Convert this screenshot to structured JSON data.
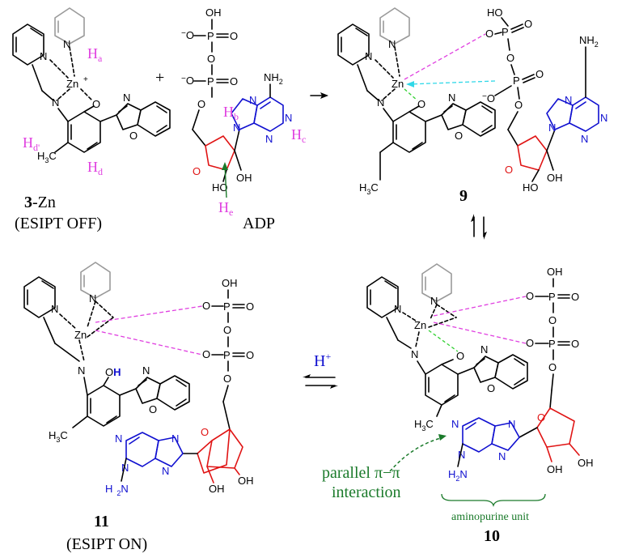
{
  "labels": {
    "compound1_bold": "3",
    "compound1_rest": "-Zn",
    "compound1_state": "(ESIPT OFF)",
    "adp": "ADP",
    "plus": "+",
    "compound9": "9",
    "compound10": "10",
    "compound11": "11",
    "compound11_state": "(ESIPT ON)",
    "proton": "H",
    "proton_charge": "+",
    "stacking_line1": "parallel π−π",
    "stacking_line2": "interaction",
    "aminopurine": "aminopurine unit"
  },
  "protons": {
    "ha": "H",
    "ha_sub": "a",
    "hb": "H",
    "hb_sub": "b",
    "hc": "H",
    "hc_sub": "c",
    "hd": "H",
    "hd_sub": "d",
    "hd2": "H",
    "hd2_sub": "d'",
    "he": "H",
    "he_sub": "e"
  },
  "atoms": {
    "N": "N",
    "O": "O",
    "P": "P",
    "Zn": "Zn",
    "Zn_plus": "Zn",
    "charge_plus": "+",
    "OH": "OH",
    "HO": "HO",
    "NH2": "NH",
    "NH2_sub": "2",
    "H2N": "H",
    "H2N_rest": "N",
    "H3C": "H",
    "H3C_rest": "C",
    "sub3": "3",
    "Ominus": "O",
    "minus": "−"
  },
  "colors": {
    "heteroatom_red": "#e01414",
    "purine_blue": "#1010d0",
    "proton_label_magenta": "#e040e0",
    "interaction_magenta": "#e040e0",
    "hbond_green": "#30d030",
    "zn_cyan": "#30d8e8",
    "stacking_green": "#1a7a2a",
    "second_pyridine_gray": "#9a9a9a"
  }
}
